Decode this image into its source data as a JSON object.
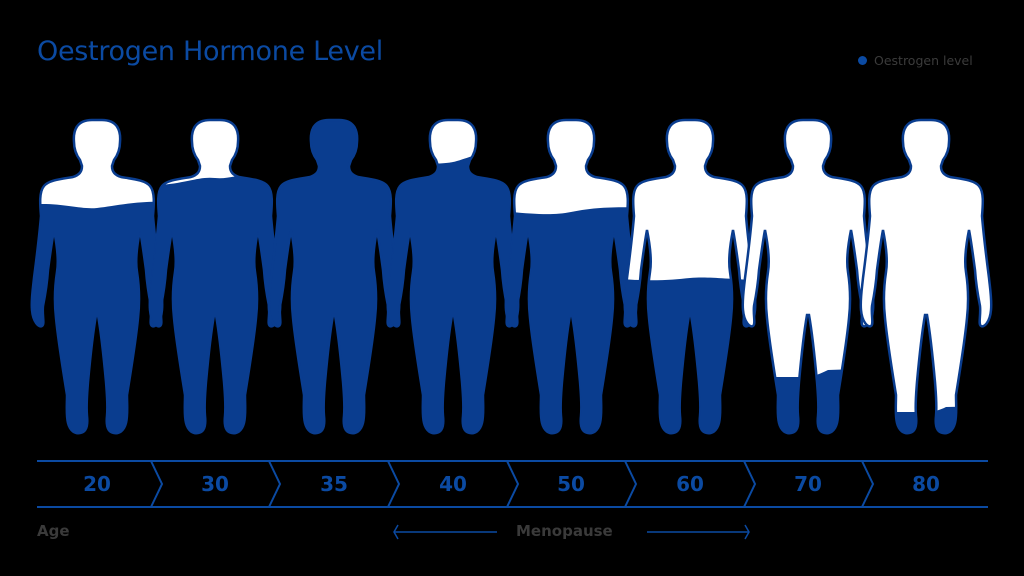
{
  "title": "Oestrogen Hormone Level",
  "legend": {
    "label": "Oestrogen level",
    "color": "#0b4aa2"
  },
  "colors": {
    "fill": "#0a3d8f",
    "empty": "#ffffff",
    "outline": "#0a3d8f",
    "background": "#000000",
    "muted_text": "#3a3a3a"
  },
  "age_axis": {
    "label": "Age",
    "ages": [
      "20",
      "30",
      "35",
      "40",
      "50",
      "60",
      "70",
      "80"
    ]
  },
  "menopause": {
    "label": "Menopause",
    "start_age": "40",
    "end_age": "70"
  },
  "chart_data": {
    "type": "pictogram",
    "title": "Oestrogen Hormone Level",
    "xlabel": "Age",
    "categories": [
      "20",
      "30",
      "35",
      "40",
      "50",
      "60",
      "70",
      "80"
    ],
    "series": [
      {
        "name": "Oestrogen level",
        "values": [
          74,
          83,
          100,
          88,
          71,
          49,
          18,
          7
        ],
        "unit": "% of silhouette filled (approx.)"
      }
    ],
    "annotations": [
      {
        "text": "Menopause",
        "span": [
          "40",
          "70"
        ],
        "style": "double-arrow"
      }
    ],
    "legend_position": "top-right",
    "grid": false
  }
}
